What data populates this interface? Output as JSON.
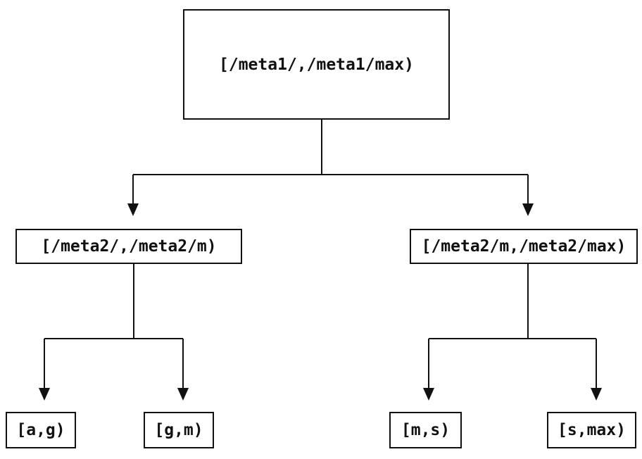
{
  "nodes": {
    "root": {
      "label": "[/meta1/,/meta1/max)"
    },
    "meta2_low": {
      "label": "[/meta2/,/meta2/m)"
    },
    "meta2_high": {
      "label": "[/meta2/m,/meta2/max)"
    },
    "leaf_ag": {
      "label": "[a,g)"
    },
    "leaf_gm": {
      "label": "[g,m)"
    },
    "leaf_ms": {
      "label": "[m,s)"
    },
    "leaf_smax": {
      "label": "[s,max)"
    }
  },
  "edges": [
    {
      "from": "root",
      "to": "meta2_low"
    },
    {
      "from": "root",
      "to": "meta2_high"
    },
    {
      "from": "meta2_low",
      "to": "leaf_ag"
    },
    {
      "from": "meta2_low",
      "to": "leaf_gm"
    },
    {
      "from": "meta2_high",
      "to": "leaf_ms"
    },
    {
      "from": "meta2_high",
      "to": "leaf_smax"
    }
  ],
  "colors": {
    "line": "#111111",
    "text": "#111111",
    "background": "#ffffff"
  }
}
